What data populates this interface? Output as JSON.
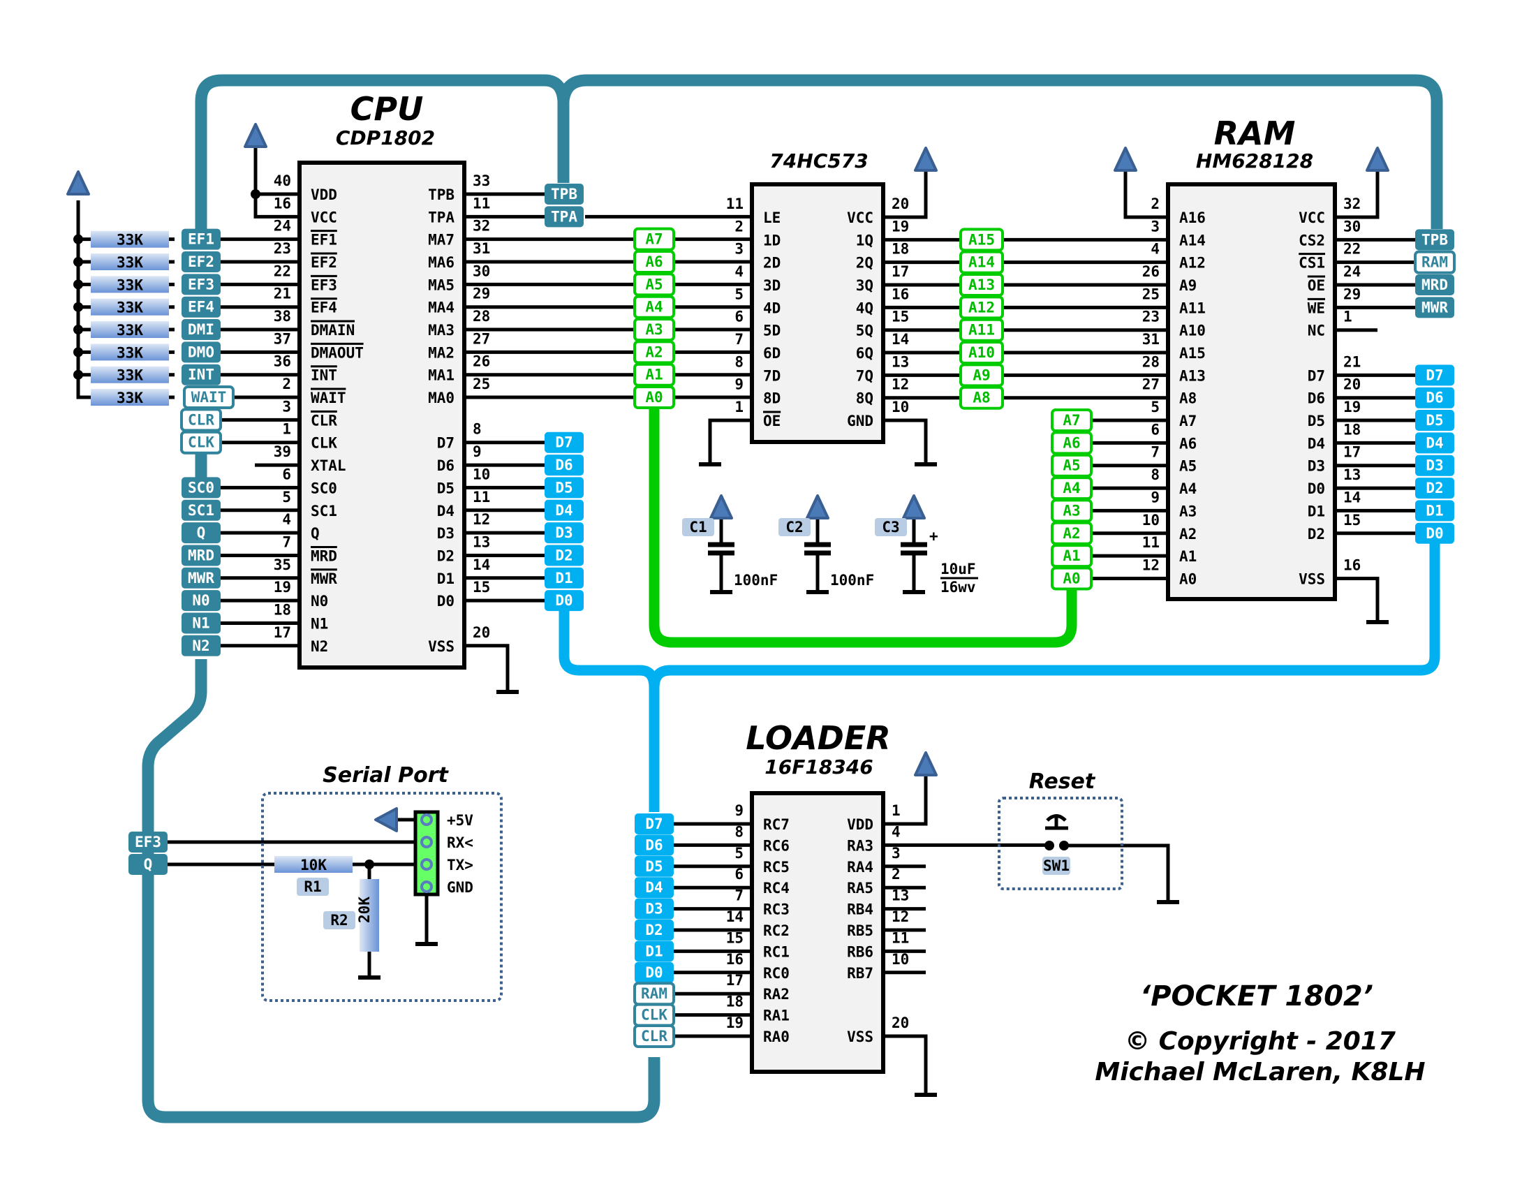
{
  "title": {
    "project": "‘POCKET 1802’",
    "copyright": "© Copyright - 2017",
    "author": "Michael McLaren, K8LH"
  },
  "colors": {
    "teal_bus": "#31849b",
    "data_bus": "#00b0f0",
    "address_bus": "#00cc00",
    "power_symbol": "#4a7ab8",
    "ref_label": "#b8cce4",
    "chip_fill": "#f2f2f2",
    "header_fill": "#66ff66"
  },
  "cpu": {
    "title": "CPU",
    "part": "CDP1802",
    "left_pins": [
      {
        "num": "40",
        "name": "VDD",
        "bar": false
      },
      {
        "num": "16",
        "name": "VCC",
        "bar": false
      },
      {
        "num": "24",
        "name": "EF1",
        "bar": true,
        "net": "EF1",
        "style": "teal",
        "pullup": "33K"
      },
      {
        "num": "23",
        "name": "EF2",
        "bar": true,
        "net": "EF2",
        "style": "teal",
        "pullup": "33K"
      },
      {
        "num": "22",
        "name": "EF3",
        "bar": true,
        "net": "EF3",
        "style": "teal",
        "pullup": "33K"
      },
      {
        "num": "21",
        "name": "EF4",
        "bar": true,
        "net": "EF4",
        "style": "teal",
        "pullup": "33K"
      },
      {
        "num": "38",
        "name": "DMAIN",
        "bar": true,
        "net": "DMI",
        "style": "teal",
        "pullup": "33K"
      },
      {
        "num": "37",
        "name": "DMAOUT",
        "bar": true,
        "net": "DMO",
        "style": "teal",
        "pullup": "33K"
      },
      {
        "num": "36",
        "name": "INT",
        "bar": true,
        "net": "INT",
        "style": "teal",
        "pullup": "33K"
      },
      {
        "num": "2",
        "name": "WAIT",
        "bar": true,
        "net": "WAIT",
        "style": "outline",
        "pullup": "33K"
      },
      {
        "num": "3",
        "name": "CLR",
        "bar": true,
        "net": "CLR",
        "style": "outline"
      },
      {
        "num": "1",
        "name": "CLK",
        "bar": false,
        "net": "CLK",
        "style": "outline"
      },
      {
        "num": "39",
        "name": "XTAL",
        "bar": false
      },
      {
        "num": "6",
        "name": "SC0",
        "bar": false,
        "net": "SC0",
        "style": "teal"
      },
      {
        "num": "5",
        "name": "SC1",
        "bar": false,
        "net": "SC1",
        "style": "teal"
      },
      {
        "num": "4",
        "name": "Q",
        "bar": false,
        "net": "Q",
        "style": "teal"
      },
      {
        "num": "7",
        "name": "MRD",
        "bar": true,
        "net": "MRD",
        "style": "teal"
      },
      {
        "num": "35",
        "name": "MWR",
        "bar": true,
        "net": "MWR",
        "style": "teal"
      },
      {
        "num": "19",
        "name": "N0",
        "bar": false,
        "net": "N0",
        "style": "teal"
      },
      {
        "num": "18",
        "name": "N1",
        "bar": false,
        "net": "N1",
        "style": "teal"
      },
      {
        "num": "17",
        "name": "N2",
        "bar": false,
        "net": "N2",
        "style": "teal"
      }
    ],
    "right_pins": [
      {
        "num": "33",
        "name": "TPB",
        "row": 0,
        "net": "TPB",
        "style": "teal"
      },
      {
        "num": "11",
        "name": "TPA",
        "row": 1,
        "net": "TPA",
        "style": "teal"
      },
      {
        "num": "32",
        "name": "MA7",
        "row": 2,
        "net": "A7",
        "style": "green"
      },
      {
        "num": "31",
        "name": "MA6",
        "row": 3,
        "net": "A6",
        "style": "green"
      },
      {
        "num": "30",
        "name": "MA5",
        "row": 4,
        "net": "A5",
        "style": "green"
      },
      {
        "num": "29",
        "name": "MA4",
        "row": 5,
        "net": "A4",
        "style": "green"
      },
      {
        "num": "28",
        "name": "MA3",
        "row": 6,
        "net": "A3",
        "style": "green"
      },
      {
        "num": "27",
        "name": "MA2",
        "row": 7,
        "net": "A2",
        "style": "green"
      },
      {
        "num": "26",
        "name": "MA1",
        "row": 8,
        "net": "A1",
        "style": "green"
      },
      {
        "num": "25",
        "name": "MA0",
        "row": 9,
        "net": "A0",
        "style": "green"
      },
      {
        "num": "8",
        "name": "D7",
        "row": 11,
        "net": "D7",
        "style": "blue"
      },
      {
        "num": "9",
        "name": "D6",
        "row": 12,
        "net": "D6",
        "style": "blue"
      },
      {
        "num": "10",
        "name": "D5",
        "row": 13,
        "net": "D5",
        "style": "blue"
      },
      {
        "num": "11",
        "name": "D4",
        "row": 14,
        "net": "D4",
        "style": "blue"
      },
      {
        "num": "12",
        "name": "D3",
        "row": 15,
        "net": "D3",
        "style": "blue"
      },
      {
        "num": "13",
        "name": "D2",
        "row": 16,
        "net": "D2",
        "style": "blue"
      },
      {
        "num": "14",
        "name": "D1",
        "row": 17,
        "net": "D1",
        "style": "blue"
      },
      {
        "num": "15",
        "name": "D0",
        "row": 18,
        "net": "D0",
        "style": "blue"
      },
      {
        "num": "20",
        "name": "VSS",
        "row": 20
      }
    ]
  },
  "latch": {
    "part": "74HC573",
    "left_pins": [
      {
        "num": "11",
        "name": "LE",
        "bar": false
      },
      {
        "num": "2",
        "name": "1D",
        "net": "A7"
      },
      {
        "num": "3",
        "name": "2D",
        "net": "A6"
      },
      {
        "num": "4",
        "name": "3D",
        "net": "A5"
      },
      {
        "num": "5",
        "name": "4D",
        "net": "A4"
      },
      {
        "num": "6",
        "name": "5D",
        "net": "A3"
      },
      {
        "num": "7",
        "name": "6D",
        "net": "A2"
      },
      {
        "num": "8",
        "name": "7D",
        "net": "A1"
      },
      {
        "num": "9",
        "name": "8D",
        "net": "A0"
      },
      {
        "num": "1",
        "name": "OE",
        "bar": true
      }
    ],
    "right_pins": [
      {
        "num": "20",
        "name": "VCC"
      },
      {
        "num": "19",
        "name": "1Q",
        "net": "A15"
      },
      {
        "num": "18",
        "name": "2Q",
        "net": "A14"
      },
      {
        "num": "17",
        "name": "3Q",
        "net": "A13"
      },
      {
        "num": "16",
        "name": "4Q",
        "net": "A12"
      },
      {
        "num": "15",
        "name": "5Q",
        "net": "A11"
      },
      {
        "num": "14",
        "name": "6Q",
        "net": "A10"
      },
      {
        "num": "13",
        "name": "7Q",
        "net": "A9"
      },
      {
        "num": "12",
        "name": "8Q",
        "net": "A8"
      },
      {
        "num": "10",
        "name": "GND"
      }
    ]
  },
  "ram": {
    "title": "RAM",
    "part": "HM628128",
    "left_pins": [
      {
        "num": "2",
        "name": "A16"
      },
      {
        "num": "3",
        "name": "A14"
      },
      {
        "num": "4",
        "name": "A12"
      },
      {
        "num": "26",
        "name": "A9"
      },
      {
        "num": "25",
        "name": "A11"
      },
      {
        "num": "23",
        "name": "A10"
      },
      {
        "num": "31",
        "name": "A15"
      },
      {
        "num": "28",
        "name": "A13"
      },
      {
        "num": "27",
        "name": "A8"
      },
      {
        "num": "5",
        "name": "A7",
        "net": "A7"
      },
      {
        "num": "6",
        "name": "A6",
        "net": "A6"
      },
      {
        "num": "7",
        "name": "A5",
        "net": "A5"
      },
      {
        "num": "8",
        "name": "A4",
        "net": "A4"
      },
      {
        "num": "9",
        "name": "A3",
        "net": "A3"
      },
      {
        "num": "10",
        "name": "A2",
        "net": "A2"
      },
      {
        "num": "11",
        "name": "A1",
        "net": "A1"
      },
      {
        "num": "12",
        "name": "A0",
        "net": "A0"
      }
    ],
    "right_pins": [
      {
        "num": "32",
        "name": "VCC",
        "row": 0
      },
      {
        "num": "30",
        "name": "CS2",
        "row": 1,
        "net": "TPB",
        "style": "teal"
      },
      {
        "num": "22",
        "name": "CS1",
        "row": 2,
        "bar": true,
        "net": "RAM",
        "style": "outline"
      },
      {
        "num": "24",
        "name": "OE",
        "row": 3,
        "bar": true,
        "net": "MRD",
        "style": "teal"
      },
      {
        "num": "29",
        "name": "WE",
        "row": 4,
        "bar": true,
        "net": "MWR",
        "style": "teal"
      },
      {
        "num": "1",
        "name": "NC",
        "row": 5
      },
      {
        "num": "21",
        "name": "D7",
        "row": 7,
        "net": "D7",
        "style": "blue"
      },
      {
        "num": "20",
        "name": "D6",
        "row": 8,
        "net": "D6",
        "style": "blue"
      },
      {
        "num": "19",
        "name": "D5",
        "row": 9,
        "net": "D5",
        "style": "blue"
      },
      {
        "num": "18",
        "name": "D4",
        "row": 10,
        "net": "D4",
        "style": "blue"
      },
      {
        "num": "17",
        "name": "D3",
        "row": 11,
        "net": "D3",
        "style": "blue"
      },
      {
        "num": "13",
        "name": "D0",
        "row": 12,
        "net": "D2",
        "style": "blue"
      },
      {
        "num": "14",
        "name": "D1",
        "row": 13,
        "net": "D1",
        "style": "blue"
      },
      {
        "num": "15",
        "name": "D2",
        "row": 14,
        "net": "D0",
        "style": "blue"
      },
      {
        "num": "16",
        "name": "VSS",
        "row": 16
      }
    ]
  },
  "loader": {
    "title": "LOADER",
    "part": "16F18346",
    "left_pins": [
      {
        "num": "9",
        "name": "RC7",
        "net": "D7",
        "style": "blue"
      },
      {
        "num": "8",
        "name": "RC6",
        "net": "D6",
        "style": "blue"
      },
      {
        "num": "5",
        "name": "RC5",
        "net": "D5",
        "style": "blue"
      },
      {
        "num": "6",
        "name": "RC4",
        "net": "D4",
        "style": "blue"
      },
      {
        "num": "7",
        "name": "RC3",
        "net": "D3",
        "style": "blue"
      },
      {
        "num": "14",
        "name": "RC2",
        "net": "D2",
        "style": "blue"
      },
      {
        "num": "15",
        "name": "RC1",
        "net": "D1",
        "style": "blue"
      },
      {
        "num": "16",
        "name": "RC0",
        "net": "D0",
        "style": "blue"
      },
      {
        "num": "17",
        "name": "RA2",
        "net": "RAM",
        "style": "outline"
      },
      {
        "num": "18",
        "name": "RA1",
        "net": "CLK",
        "style": "outline"
      },
      {
        "num": "19",
        "name": "RA0",
        "net": "CLR",
        "style": "outline"
      }
    ],
    "right_pins": [
      {
        "num": "1",
        "name": "VDD",
        "row": 0
      },
      {
        "num": "4",
        "name": "RA3",
        "row": 1
      },
      {
        "num": "3",
        "name": "RA4",
        "row": 2
      },
      {
        "num": "2",
        "name": "RA5",
        "row": 3
      },
      {
        "num": "13",
        "name": "RB4",
        "row": 4
      },
      {
        "num": "12",
        "name": "RB5",
        "row": 5
      },
      {
        "num": "11",
        "name": "RB6",
        "row": 6
      },
      {
        "num": "10",
        "name": "RB7",
        "row": 7
      },
      {
        "num": "20",
        "name": "VSS",
        "row": 10
      }
    ]
  },
  "capacitors": [
    {
      "ref": "C1",
      "value": "100nF"
    },
    {
      "ref": "C2",
      "value": "100nF"
    },
    {
      "ref": "C3",
      "value": "10uF",
      "rating": "16wv",
      "polarity": "+"
    }
  ],
  "serial_port": {
    "title": "Serial Port",
    "pins": [
      "+5V",
      "RX<",
      "TX>",
      "GND"
    ],
    "nets": [
      "EF3",
      "Q"
    ],
    "r1": {
      "ref": "R1",
      "value": "10K"
    },
    "r2": {
      "ref": "R2",
      "value": "20K"
    }
  },
  "reset": {
    "title": "Reset",
    "ref": "SW1"
  }
}
